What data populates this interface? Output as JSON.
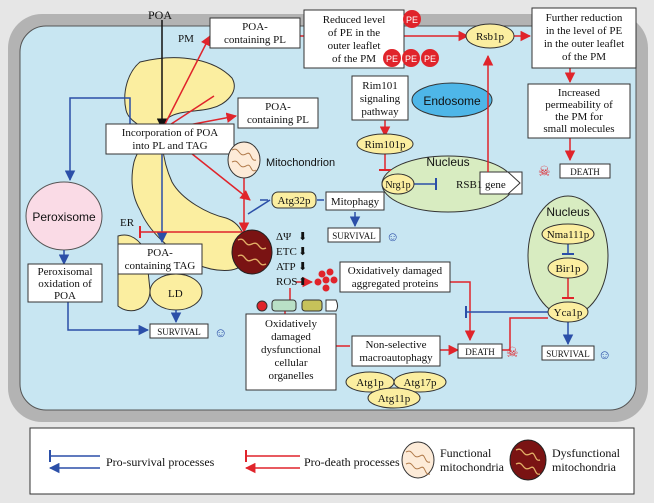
{
  "labels": {
    "poa_top": "POA",
    "pm": "PM",
    "poa_pl_top": [
      "POA-",
      "containing PL"
    ],
    "reduced_pe": [
      "Reduced level",
      "of PE in the",
      "outer leaflet",
      "of the PM"
    ],
    "pe": "PE",
    "rsb1p": "Rsb1p",
    "further_reduction": [
      "Further reduction",
      "in the level of PE",
      "in the outer leaflet",
      "of the PM"
    ],
    "rim101_pathway": [
      "Rim101",
      "signaling",
      "pathway"
    ],
    "endosome": "Endosome",
    "poa_pl_mid": [
      "POA-",
      "containing PL"
    ],
    "increased_perm": [
      "Increased",
      "permeability of",
      "the PM for",
      "small molecules"
    ],
    "incorporation": [
      "Incorporation of POA",
      "into PL and TAG"
    ],
    "mitochondrion": "Mitochondrion",
    "rim101p": "Rim101p",
    "nucleus": "Nucleus",
    "nrg1p": "Nrg1p",
    "rsb1_gene": "RSB1 gene",
    "death": "DEATH",
    "er": "ER",
    "peroxisome": "Peroxisome",
    "atg32p": "Atg32p",
    "mitophagy": "Mitophagy",
    "survival": "SURVIVAL",
    "nma111p": "Nma111p",
    "peroxisomal_oxidation": [
      "Peroxisomal",
      "oxidation of",
      "POA"
    ],
    "poa_tag": [
      "POA-",
      "containing TAG"
    ],
    "mito_params": [
      "ΔΨ",
      "ETC",
      "ATP",
      "ROS"
    ],
    "oxidized_proteins": [
      "Oxidatively damaged",
      "aggregated proteins"
    ],
    "bir1p": "Bir1p",
    "ld": "LD",
    "yca1p": "Yca1p",
    "oxidized_organelles": [
      "Oxidatively",
      "damaged",
      "dysfunctional",
      "cellular",
      "organelles"
    ],
    "nonselective": [
      "Non-selective",
      "macroautophagy"
    ],
    "atg1p": "Atg1p",
    "atg17p": "Atg17p",
    "atg11p": "Atg11p"
  },
  "legend": {
    "pro_survival": "Pro-survival  processes",
    "pro_death": "Pro-death processes",
    "functional": [
      "Functional",
      "mitochondria"
    ],
    "dysfunctional": [
      "Dysfunctional",
      "mitochondria"
    ]
  },
  "colors": {
    "pro_survival": "#2b4fa8",
    "pro_death": "#e0242b",
    "cell_bg": "#c8e6f2",
    "wall": "#b3b3b3",
    "organelle": "#fbeea0",
    "nucleus": "#d8ecc1",
    "endosome": "#4eb6e8",
    "pe": "#e0242b",
    "dysfunctional_mito": "#7a1313"
  }
}
